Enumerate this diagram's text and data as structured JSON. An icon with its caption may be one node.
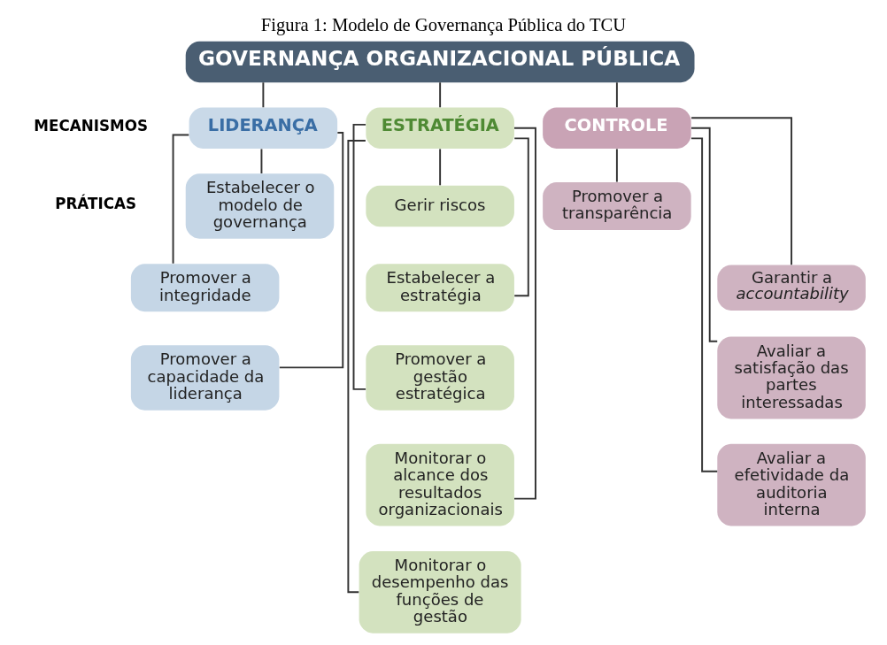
{
  "diagram": {
    "title": "Figura 1: Modelo de Governança Pública do TCU",
    "nodes": [
      {
        "text": [
          "GOVERNANÇA ORGANIZACIONAL PÚBLICA"
        ]
      },
      {
        "text": [
          "LIDERANÇA"
        ]
      },
      {
        "text": [
          "ESTRATÉGIA"
        ]
      },
      {
        "text": [
          "CONTROLE"
        ]
      },
      {
        "text": [
          "Estabelecer o modelo de governança"
        ]
      },
      {
        "text": [
          "Promover a integridade"
        ]
      },
      {
        "text": [
          "Promover a capacidade da liderança"
        ]
      },
      {
        "text": [
          "Gerir riscos"
        ]
      },
      {
        "text": [
          "Estabelecer a estratégia"
        ]
      },
      {
        "text": [
          "Promover a gestão estratégica"
        ]
      },
      {
        "text": [
          "Monitorar o alcance dos resultados organizacionais"
        ]
      },
      {
        "text": [
          "Monitorar o desempenho das funções de gestão"
        ]
      },
      {
        "text": [
          "Promover a transparência"
        ]
      },
      {
        "text": [
          "Garantir a *accountability*"
        ]
      },
      {
        "text": [
          "Avaliar a satisfação das partes interessadas"
        ]
      },
      {
        "text": [
          "Avaliar a efetividade da auditoria interna"
        ]
      }
    ],
    "edges": [
      {
        "from": 0,
        "to": 1,
        "arrow": "none"
      },
      {
        "from": 0,
        "to": 2,
        "arrow": "none"
      },
      {
        "from": 0,
        "to": 3,
        "arrow": "none"
      },
      {
        "from": 1,
        "to": 4,
        "arrow": "none"
      },
      {
        "from": 1,
        "to": 5,
        "arrow": "none"
      },
      {
        "from": 1,
        "to": 6,
        "arrow": "none"
      },
      {
        "from": 2,
        "to": 7,
        "arrow": "none"
      },
      {
        "from": 2,
        "to": 8,
        "arrow": "none"
      },
      {
        "from": 2,
        "to": 9,
        "arrow": "none"
      },
      {
        "from": 2,
        "to": 10,
        "arrow": "none"
      },
      {
        "from": 2,
        "to": 11,
        "arrow": "none"
      },
      {
        "from": 3,
        "to": 12,
        "arrow": "none"
      },
      {
        "from": 3,
        "to": 13,
        "arrow": "none"
      },
      {
        "from": 3,
        "to": 14,
        "arrow": "none"
      },
      {
        "from": 3,
        "to": 15,
        "arrow": "none"
      }
    ],
    "labels": [
      "MECANISMOS",
      "PRÁTICAS"
    ]
  }
}
